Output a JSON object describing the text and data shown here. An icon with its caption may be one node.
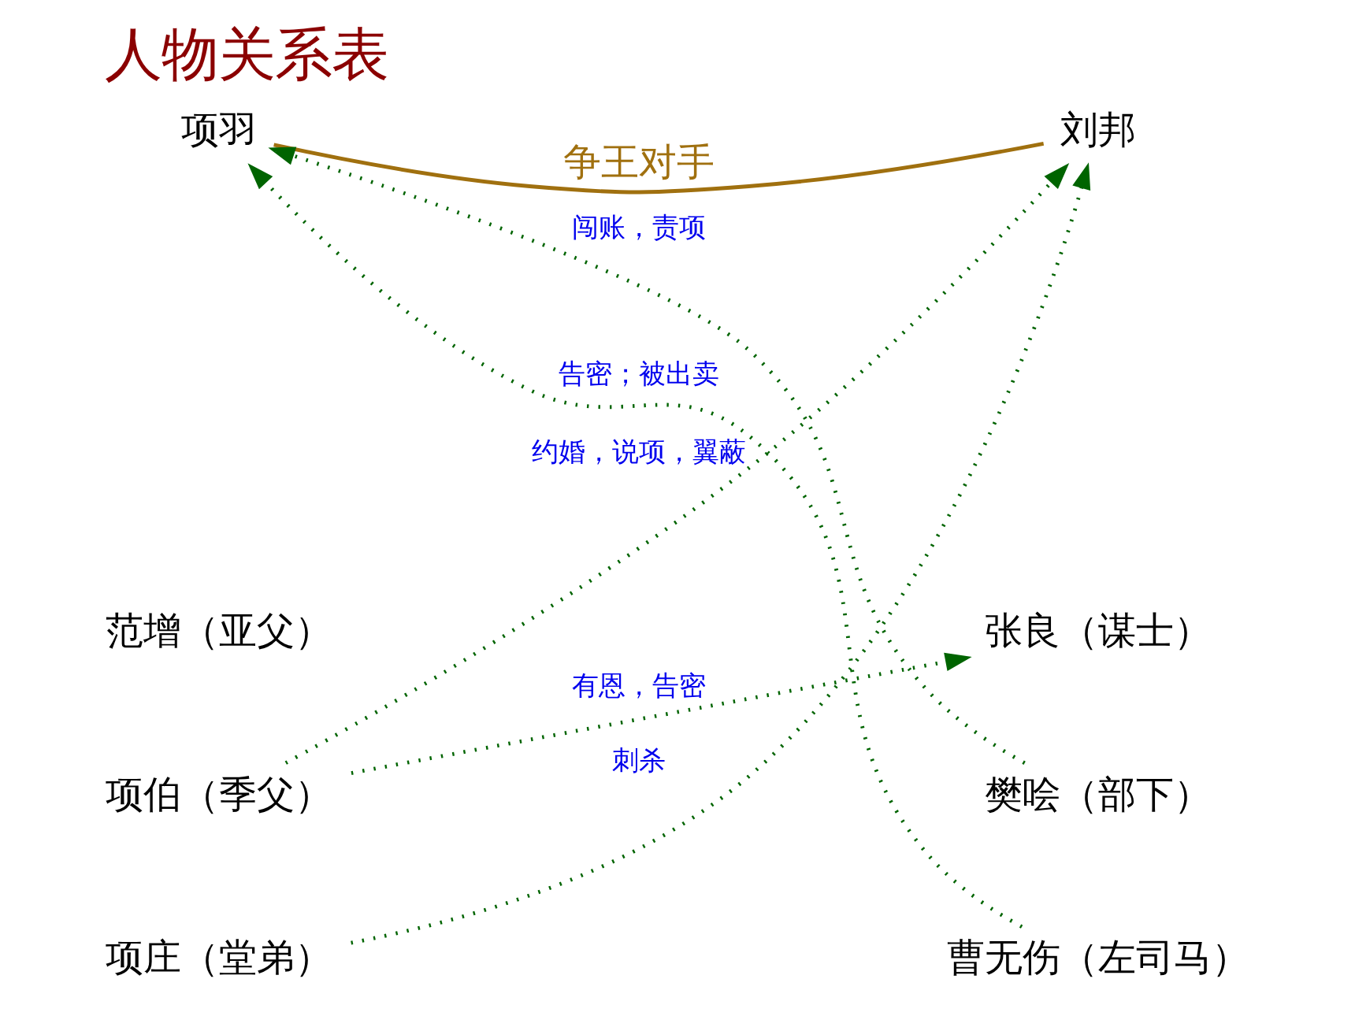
{
  "diagram": {
    "title": "人物关系表",
    "nodes": [
      {
        "text": [
          "项羽"
        ]
      },
      {
        "text": [
          "刘邦"
        ]
      },
      {
        "text": [
          "范增（亚父）"
        ]
      },
      {
        "text": [
          "张良（谋士）"
        ]
      },
      {
        "text": [
          "项伯（季父）"
        ]
      },
      {
        "text": [
          "樊哙（部下）"
        ]
      },
      {
        "text": [
          "项庄（堂弟）"
        ]
      },
      {
        "text": [
          "曹无伤（左司马）"
        ]
      }
    ],
    "edges": [
      {
        "from": 0,
        "to": 1,
        "arrow": "none",
        "label": "争王对手",
        "color": "#a0700f"
      },
      {
        "from": 5,
        "to": 0,
        "arrow": "to",
        "label": "闯账，责项",
        "style": "dashed"
      },
      {
        "from": 7,
        "to": 0,
        "arrow": "to",
        "label": "告密；被出卖",
        "style": "dashed"
      },
      {
        "from": 4,
        "to": 1,
        "arrow": "to",
        "label": "约婚，说项，翼蔽",
        "style": "dashed"
      },
      {
        "from": 6,
        "to": 1,
        "arrow": "to",
        "label": "刺杀",
        "style": "dashed"
      },
      {
        "from": 4,
        "to": 3,
        "arrow": "to",
        "label": "有恩，告密",
        "style": "dashed"
      }
    ]
  }
}
